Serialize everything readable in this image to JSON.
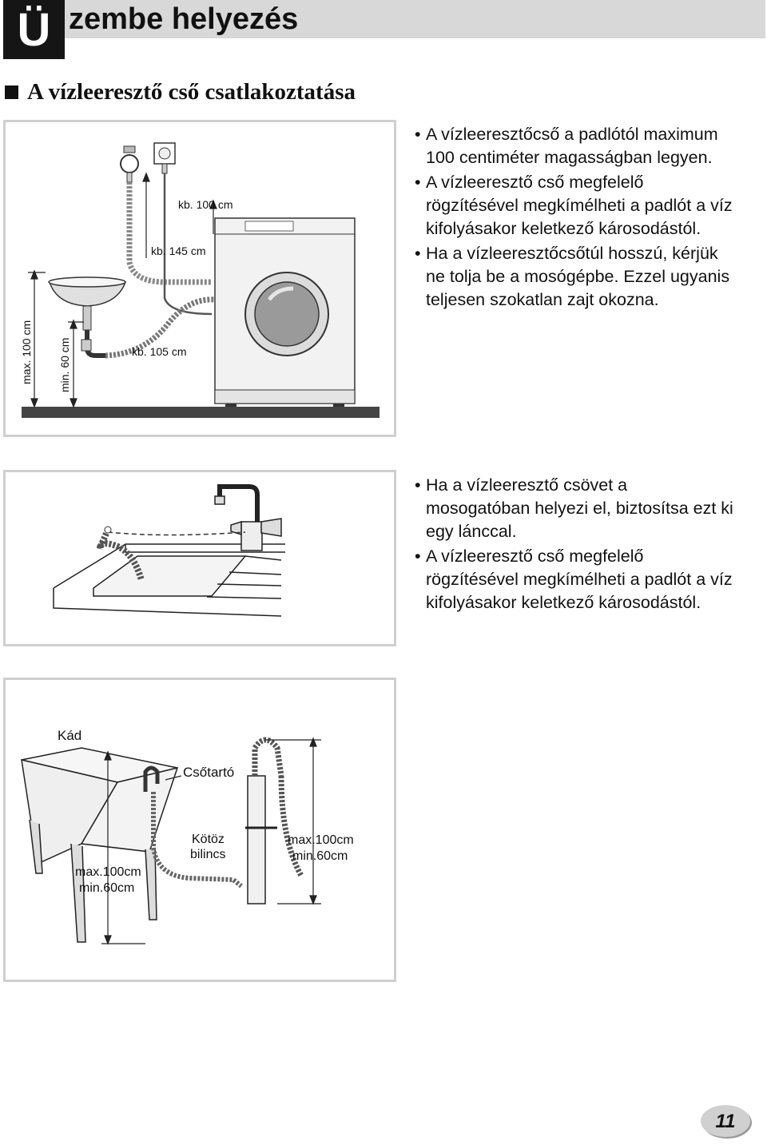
{
  "header": {
    "initial": "Ü",
    "title": "zembe helyezés"
  },
  "section": {
    "title": "A vízleeresztő cső csatlakoztatása"
  },
  "figure1": {
    "label_kb100": "kb. 100 cm",
    "label_kb145": "kb. 145 cm",
    "label_kb105": "kb. 105 cm",
    "label_max100": "max. 100 cm",
    "label_min60": "min. 60 cm"
  },
  "bullets1": [
    {
      "line1": "A vízleeresztőcső a padlótól maximum",
      "line2": "100 centiméter magasságban legyen."
    },
    {
      "line1": "A vízleeresztő cső megfelelő",
      "line2": "rögzítésével megkímélheti a padlót a víz",
      "line3": "kifolyásakor keletkező károsodástól."
    },
    {
      "line1": "Ha a vízleeresztőcsőtúl hosszú, kérjük",
      "line2": "ne tolja be a mosógépbe. Ezzel ugyanis",
      "line3": "teljesen szokatlan zajt okozna."
    }
  ],
  "bullets2": [
    {
      "line1": "Ha a vízleeresztő csövet a",
      "line2": "mosogatóban helyezi el, biztosítsa ezt ki",
      "line3": "egy lánccal."
    },
    {
      "line1": "A vízleeresztő cső megfelelő",
      "line2": "rögzítésével megkímélheti a padlót a víz",
      "line3": "kifolyásakor keletkező károsodástól."
    }
  ],
  "figure3": {
    "label_kad": "Kád",
    "label_csotarto": "Csőtartó",
    "label_kotoz": "Kötöz",
    "label_bilincs": "bilincs",
    "label_max_left": "max.100cm",
    "label_min_left": "min.60cm",
    "label_max_right": "max.100cm",
    "label_min_right": "min.60cm"
  },
  "bullet_char": "•",
  "page_number": "11",
  "colors": {
    "header_band": "#d8d8d8",
    "header_box": "#151515",
    "panel_border": "#cfcfcf",
    "page_badge": "#d0d0d0"
  }
}
